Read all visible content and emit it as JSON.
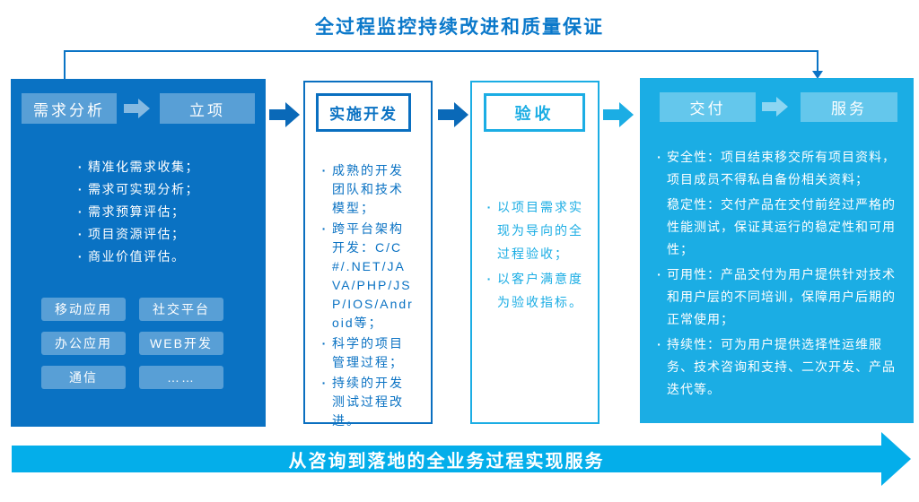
{
  "colors": {
    "primary_blue": "#0A72C3",
    "dark_arrow_blue": "#0A69B8",
    "cyan": "#1BADE4",
    "banner_cyan": "#04AEEA",
    "white": "#FFFFFF"
  },
  "header": {
    "title": "全过程监控持续改进和质量保证"
  },
  "stages": [
    {
      "tabs": [
        "需求分析",
        "立项"
      ],
      "bullets": [
        "精准化需求收集；",
        "需求可实现分析；",
        "需求预算评估；",
        "项目资源评估；",
        "商业价值评估。"
      ],
      "tags": [
        "移动应用",
        "社交平台",
        "办公应用",
        "WEB开发",
        "通信",
        "……"
      ]
    },
    {
      "title": "实施开发",
      "bullets": [
        "成熟的开发团队和技术模型；",
        "跨平台架构开发：C/C#/.NET/JAVA/PHP/JSP/IOS/Android等；",
        "科学的项目管理过程；",
        "持续的开发测试过程改进。"
      ]
    },
    {
      "title": "验收",
      "bullets": [
        "以项目需求实现为导向的全过程验收；",
        "以客户满意度为验收指标。"
      ]
    },
    {
      "tabs": [
        "交付",
        "服务"
      ],
      "items": [
        {
          "marker": true,
          "text": "安全性：项目结束移交所有项目资料，项目成员不得私自备份相关资料；"
        },
        {
          "marker": false,
          "text": "稳定性：交付产品在交付前经过严格的性能测试，保证其运行的稳定性和可用性；"
        },
        {
          "marker": true,
          "text": "可用性：产品交付为用户提供针对技术和用户层的不同培训，保障用户后期的正常使用；"
        },
        {
          "marker": true,
          "text": "持续性：可为用户提供选择性运维服务、技术咨询和支持、二次开发、产品迭代等。"
        }
      ]
    }
  ],
  "banner": {
    "text": "从咨询到落地的全业务过程实现服务"
  }
}
